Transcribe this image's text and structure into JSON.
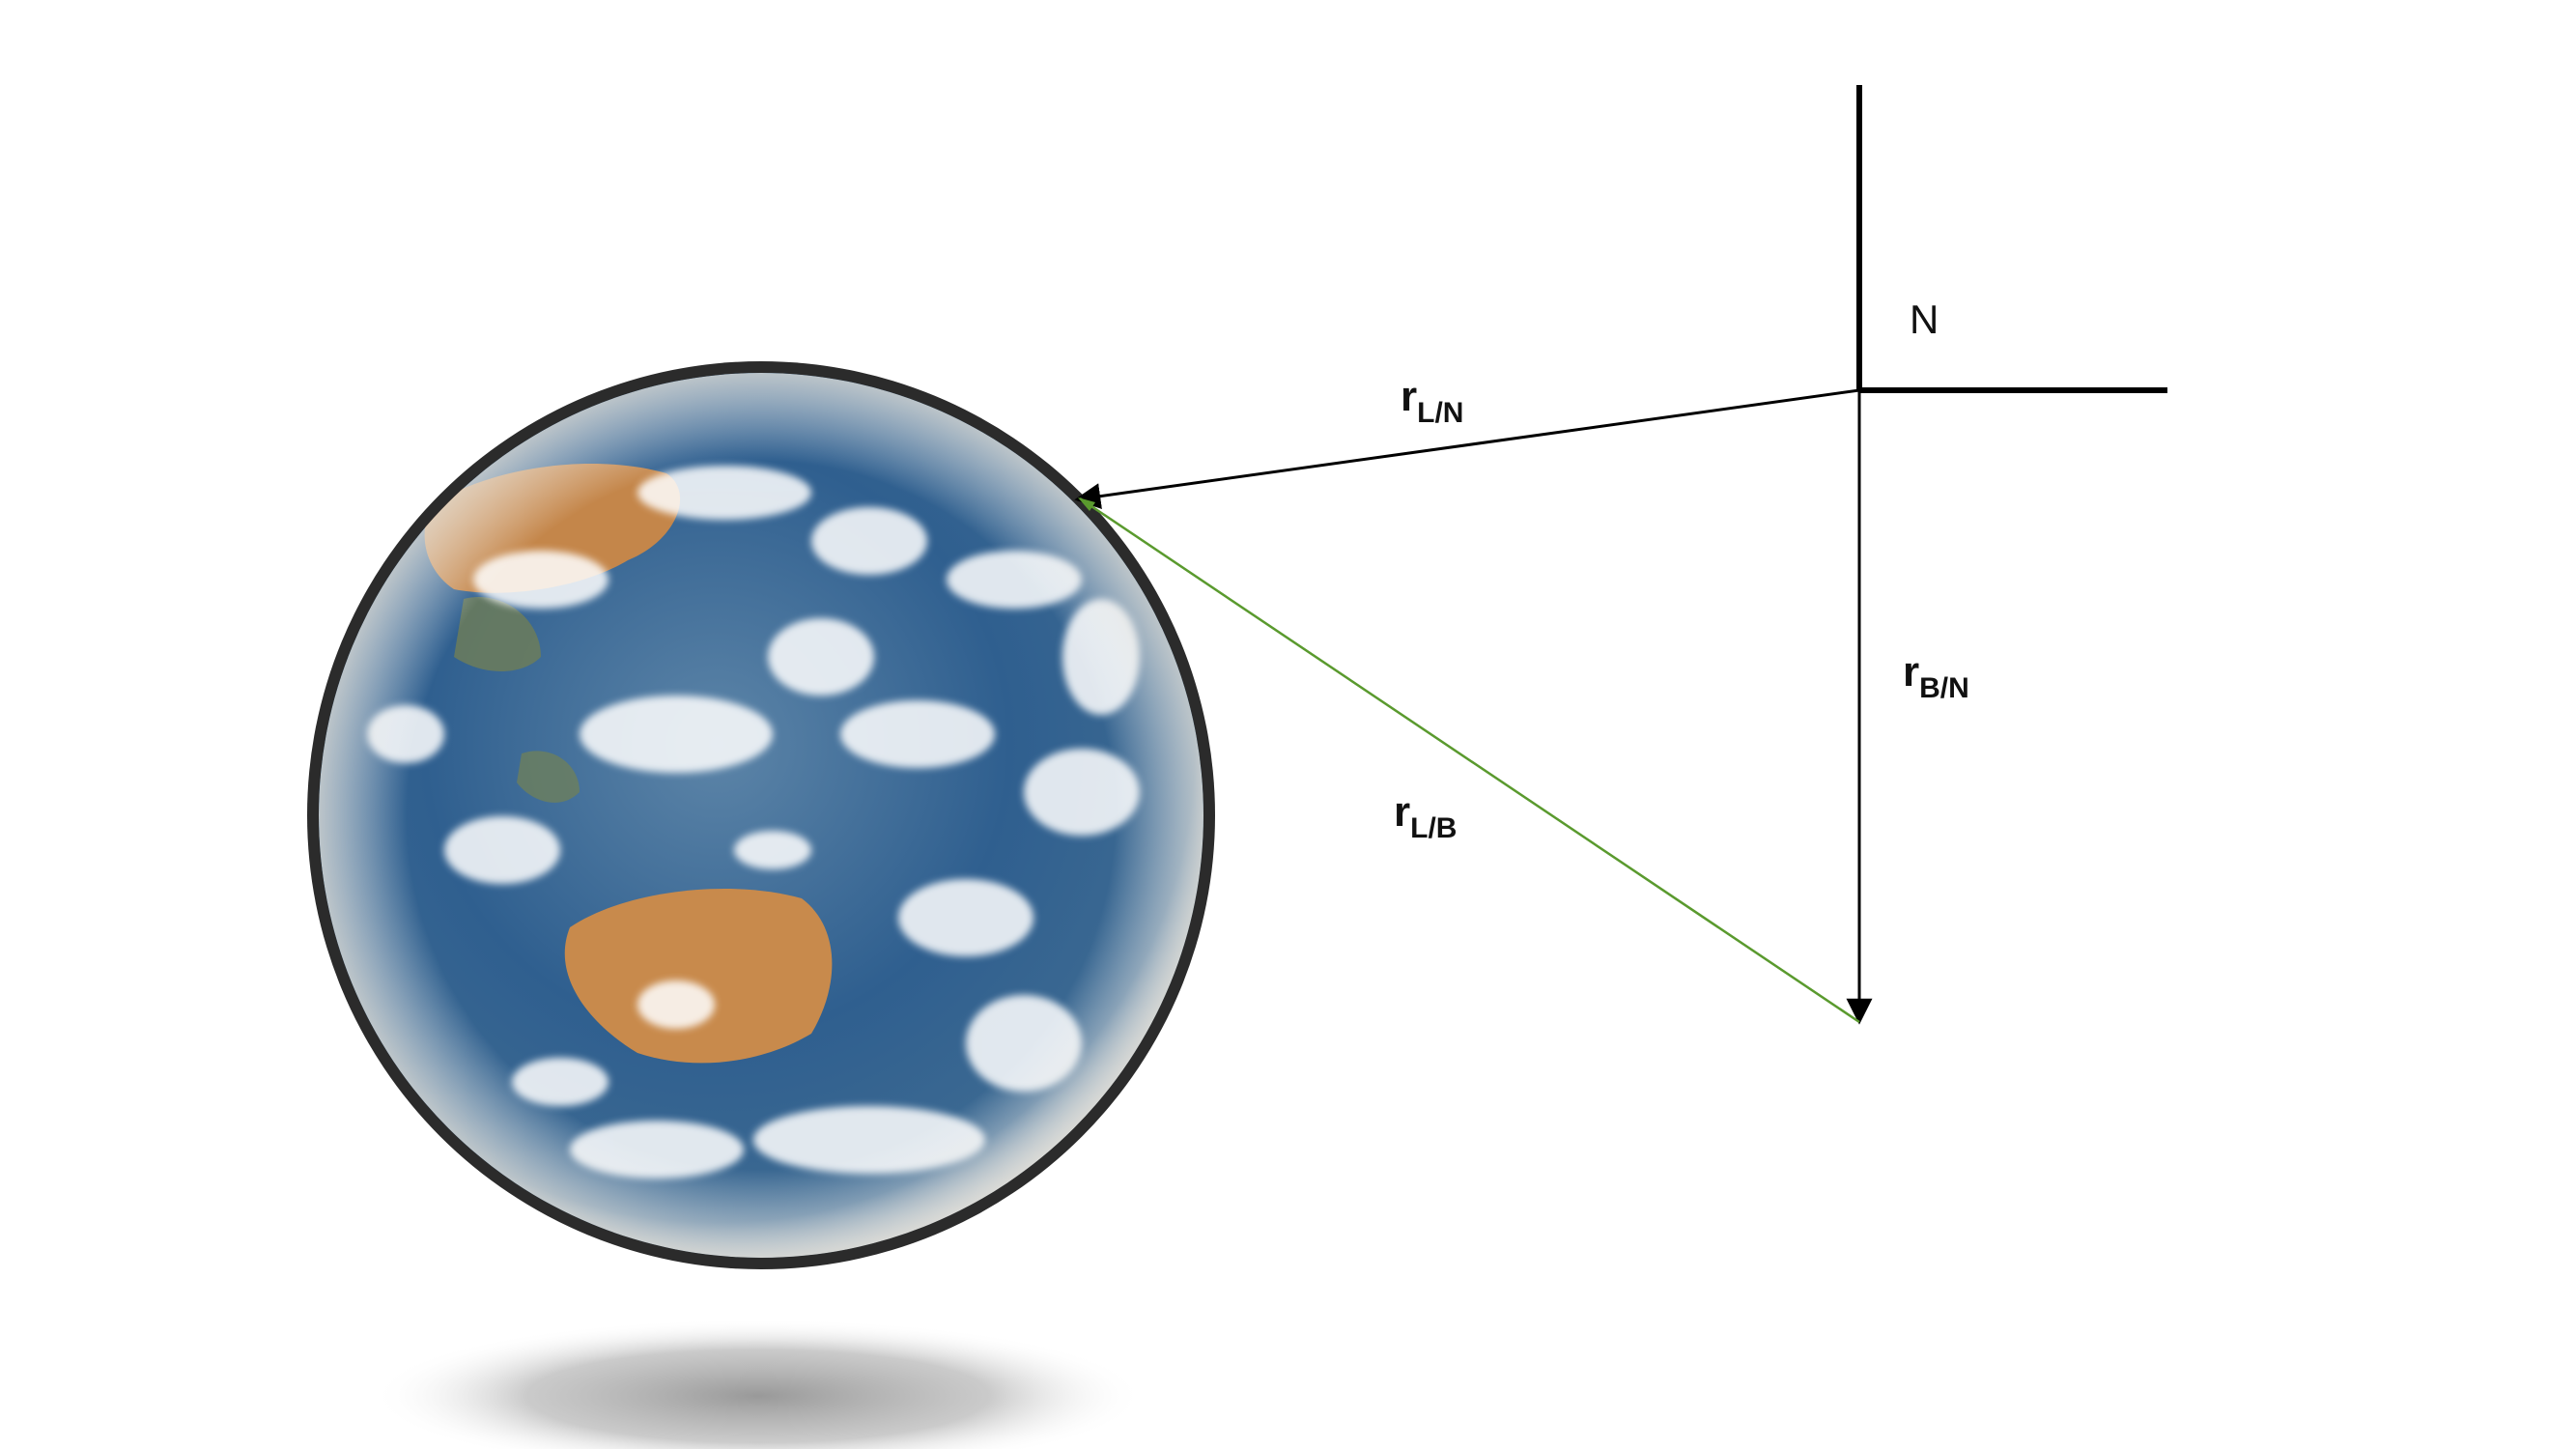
{
  "frame": {
    "label": "N"
  },
  "vectors": {
    "r_LN": {
      "main": "r",
      "sub": "L/N",
      "color": "#000000"
    },
    "r_BN": {
      "main": "r",
      "sub": "B/N",
      "color": "#000000"
    },
    "r_LB": {
      "main": "r",
      "sub": "L/B",
      "color": "#5a9a2e"
    }
  },
  "colors": {
    "background": "#ffffff",
    "earth_rim": "#2b2b2b",
    "ocean": "#2f5f8f",
    "land": "#c4864a",
    "cloud": "#ffffff",
    "shadow": "#9a9a9a"
  },
  "icons": {
    "earth": "earth-globe-icon"
  }
}
